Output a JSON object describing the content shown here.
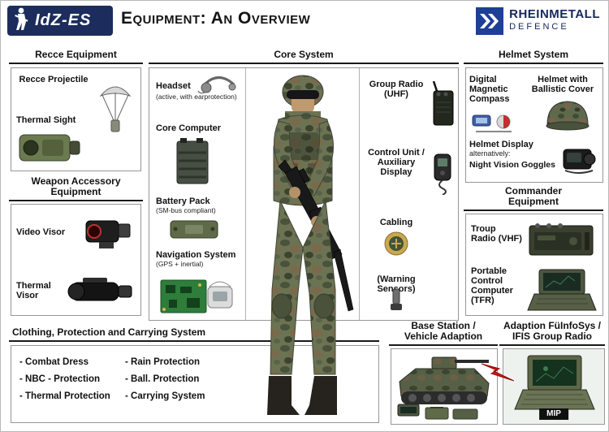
{
  "header": {
    "logo": "IdZ-ES",
    "title": "Equipment: An Overview",
    "brand_name": "RHEINMETALL",
    "brand_sub": "DEFENCE"
  },
  "recce": {
    "title": "Recce Equipment",
    "projectile": "Recce Projectile",
    "thermal_sight": "Thermal Sight"
  },
  "weapon": {
    "title1": "Weapon Accessory",
    "title2": "Equipment",
    "video_visor": "Video Visor",
    "thermal_visor": "Thermal Visor"
  },
  "core": {
    "title": "Core System",
    "headset": "Headset",
    "headset_sub": "(active, with earprotection)",
    "computer": "Core Computer",
    "battery": "Battery Pack",
    "battery_sub": "(SM-bus compliant)",
    "nav": "Navigation System",
    "nav_sub": "(GPS + inertial)",
    "group_radio": "Group Radio (UHF)",
    "control_unit": "Control Unit / Auxiliary Display",
    "cabling": "Cabling",
    "warning_sensors": "(Warning Sensors)"
  },
  "helmet": {
    "title": "Helmet System",
    "compass": "Digital Magnetic Compass",
    "ballistic": "Helmet with Ballistic Cover",
    "display": "Helmet Display",
    "alt": "alternatively:",
    "nvg": "Night Vision Goggles"
  },
  "commander": {
    "title1": "Commander",
    "title2": "Equipment",
    "troup_radio": "Troup Radio (VHF)",
    "pcc": "Portable Control Computer (TFR)"
  },
  "clothing": {
    "title": "Clothing, Protection and Carrying System",
    "col1": [
      "- Combat Dress",
      "- NBC - Protection",
      "- Thermal Protection"
    ],
    "col2": [
      "- Rain Protection",
      "- Ball. Protection",
      "- Carrying System"
    ]
  },
  "base": {
    "title1": "Base Station /",
    "title2": "Vehicle Adaption"
  },
  "adaption": {
    "title1": "Adaption FüInfoSys /",
    "title2": "IFIS Group Radio",
    "mip": "MIP"
  }
}
